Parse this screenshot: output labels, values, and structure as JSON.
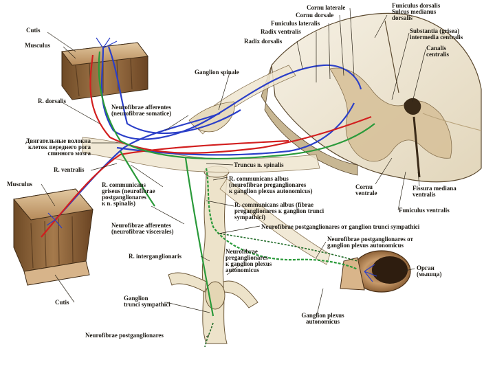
{
  "labels": {
    "cutis_top": "Cutis",
    "musculus_top": "Musculus",
    "r_dorsalis": "R. dorsalis",
    "motor_fibers_ru": [
      "Двигательные волокна",
      "клеток переднего рога",
      "спинного мозга"
    ],
    "r_ventralis": "R. ventralis",
    "musculus_bottom": "Musculus",
    "cutis_bottom": "Cutis",
    "cornu_laterale": "Cornu laterale",
    "cornu_dorsale": "Cornu dorsale",
    "funiculus_lateralis": "Funiculus lateralis",
    "radix_ventralis": "Radix ventralis",
    "radix_dorsalis": "Radix dorsalis",
    "funiculus_dorsalis": [
      "Funiculus dorsalis",
      "Sulcus medianus",
      "dorsalis"
    ],
    "substantia_grisea": [
      "Substantia (grisea)",
      "intermedia centralis"
    ],
    "canalis_centralis": [
      "Canalis",
      "centralis"
    ],
    "ganglion_spinale": "Ganglion spinale",
    "neurofibrae_afferentes_somatice": [
      "Neurofibrae afferentes",
      "(neurofibrae somatice)"
    ],
    "truncus_n_spinalis": "Truncus n. spinalis",
    "r_communicans_griseus": [
      "R. communicans",
      "griseus (neurofibrae",
      "postganglionares",
      "к n. spinalis)"
    ],
    "r_communicans_albus_1": [
      "R. communicans albus",
      "(neurofibrae preganglionares",
      "к ganglion plexus autonomicus)"
    ],
    "r_communicans_albus_2": [
      "R. communicans albus (fibrae",
      "preganglionares к ganglion trunci",
      "sympathici)"
    ],
    "cornu_ventrale": [
      "Cornu",
      "ventrale"
    ],
    "fissura_mediana_ventralis": [
      "Fissura mediana",
      "ventralis"
    ],
    "funiculus_ventralis": "Funiculus ventralis",
    "neurofibrae_afferentes_viscerales": [
      "Neurofibrae afferentes",
      "(neurofibrae viscerales)"
    ],
    "postgang_trunci": "Neurofibrae postganglionares от ganglion trunci sympathici",
    "postgang_plexus": [
      "Neurofibrae postganglionares от",
      "ganglion plexus autonomicus"
    ],
    "r_interganglionaris": "R. interganglionaris",
    "preganglionares_plexus": [
      "Neurofibrae",
      "preganglionares",
      "к ganglion plexus",
      "autonomicus"
    ],
    "organ": [
      "Орган",
      "(мышца)"
    ],
    "ganglion_trunci": [
      "Ganglion",
      "trunci sympathici"
    ],
    "ganglion_plexus": [
      "Ganglion plexus",
      "autonomicus"
    ],
    "neurofibrae_postganglionares": "Neurofibrae postganglionares"
  },
  "colors": {
    "afferent_somatic": "#2b3fc8",
    "motor": "#d21f1f",
    "preganglionic": "#2a9a3a",
    "postganglionic": "#1f6a26",
    "nerve_tissue": "#e8dfc6",
    "white_matter": "#f4efe3",
    "grey_matter": "#d9c5a1",
    "muscle": "#8a6136",
    "leader": "#2a2418"
  }
}
